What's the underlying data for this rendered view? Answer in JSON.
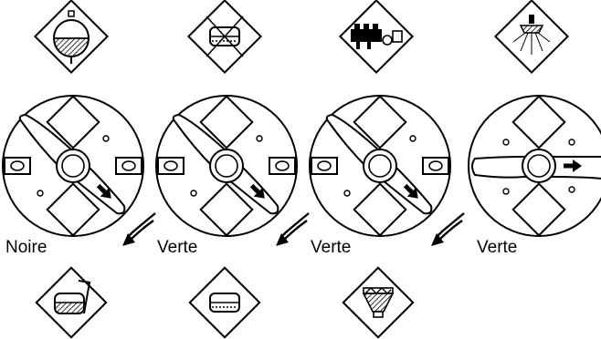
{
  "labels": {
    "valve_1": "Noire",
    "valve_2": "Verte",
    "valve_3": "Verte",
    "valve_4": "Verte"
  },
  "icons": {
    "top": [
      "main-tank-icon",
      "tank-disabled-icon",
      "pump-regulator-icon",
      "spray-nozzle-icon"
    ],
    "bottom": [
      "tank-filling-icon",
      "rinse-tank-icon",
      "filter-icon"
    ]
  },
  "colors": {
    "stroke": "#000000",
    "background": "#ffffff"
  }
}
